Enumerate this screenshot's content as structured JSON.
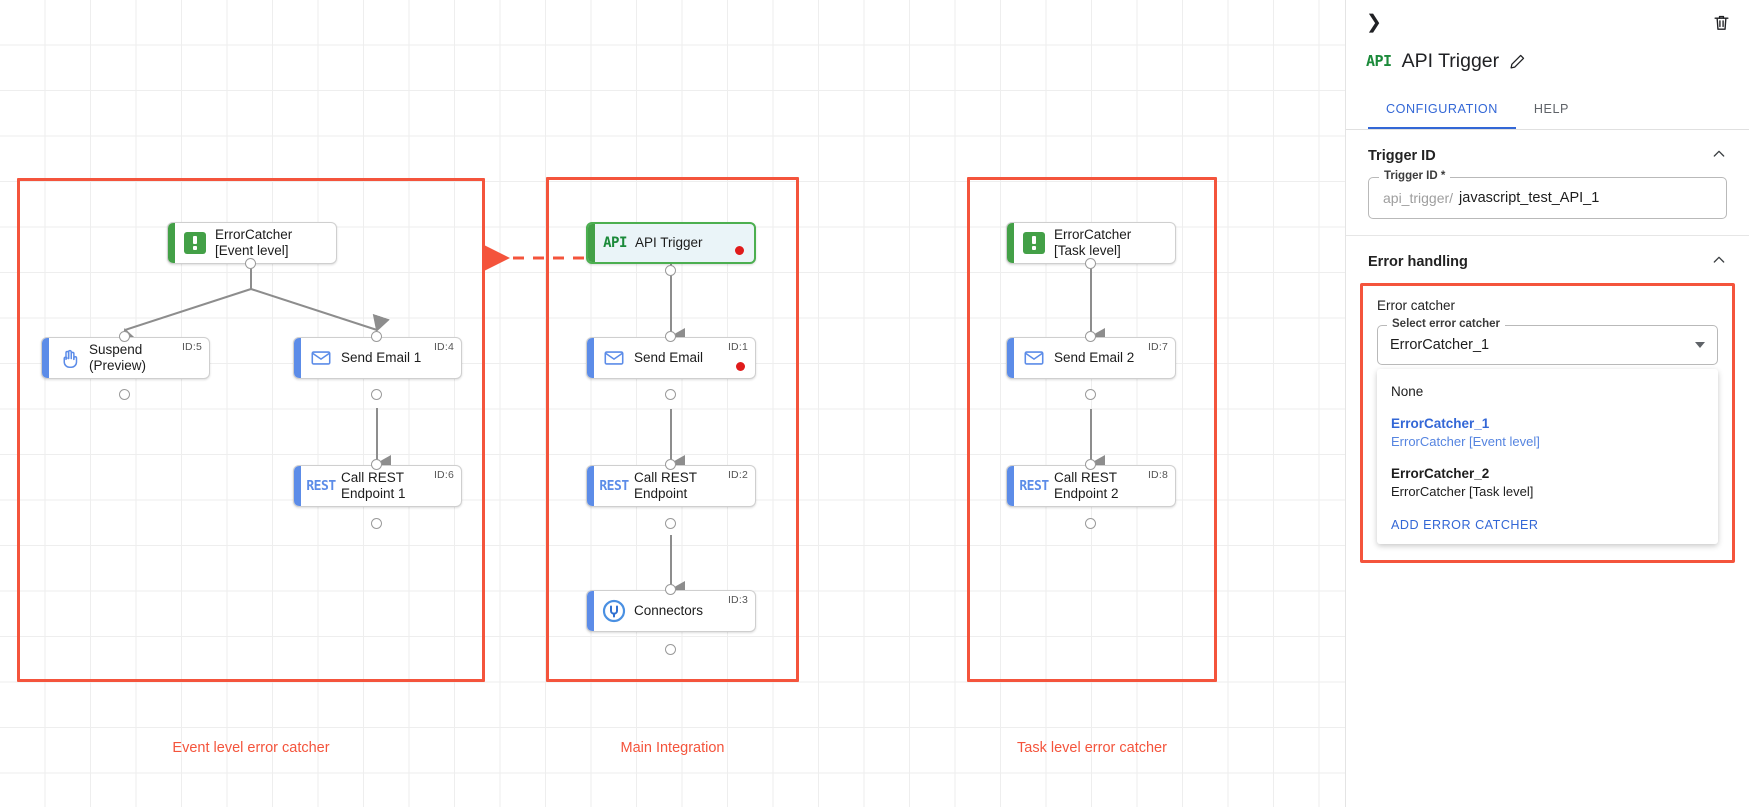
{
  "canvas": {
    "groups": [
      {
        "label": "Event level error catcher"
      },
      {
        "label": "Main Integration"
      },
      {
        "label": "Task level error catcher"
      }
    ],
    "nodes": [
      {
        "id": "ec1",
        "title": "ErrorCatcher\n[Event level]",
        "icon": "error-catcher-icon",
        "idtag": "",
        "accent": "green",
        "selected": false,
        "error": false
      },
      {
        "id": "susp",
        "title": "Suspend\n(Preview)",
        "icon": "hand-icon",
        "idtag": "ID:5",
        "accent": "blue",
        "selected": false,
        "error": false
      },
      {
        "id": "em1",
        "title": "Send Email 1",
        "icon": "envelope-icon",
        "idtag": "ID:4",
        "accent": "blue",
        "selected": false,
        "error": false
      },
      {
        "id": "rest1",
        "title": "Call REST\nEndpoint 1",
        "icon": "rest-icon",
        "idtag": "ID:6",
        "accent": "blue",
        "selected": false,
        "error": false
      },
      {
        "id": "api",
        "title": "API Trigger",
        "icon": "api-icon",
        "idtag": "",
        "accent": "green",
        "selected": true,
        "error": true
      },
      {
        "id": "em0",
        "title": "Send Email",
        "icon": "envelope-icon",
        "idtag": "ID:1",
        "accent": "blue",
        "selected": false,
        "error": true
      },
      {
        "id": "rest0",
        "title": "Call REST\nEndpoint",
        "icon": "rest-icon",
        "idtag": "ID:2",
        "accent": "blue",
        "selected": false,
        "error": false
      },
      {
        "id": "conn",
        "title": "Connectors",
        "icon": "connectors-icon",
        "idtag": "ID:3",
        "accent": "blue",
        "selected": false,
        "error": false
      },
      {
        "id": "ec2",
        "title": "ErrorCatcher\n[Task level]",
        "icon": "error-catcher-icon",
        "idtag": "",
        "accent": "green",
        "selected": false,
        "error": false
      },
      {
        "id": "em2",
        "title": "Send Email 2",
        "icon": "envelope-icon",
        "idtag": "ID:7",
        "accent": "blue",
        "selected": false,
        "error": false
      },
      {
        "id": "rest2",
        "title": "Call REST\nEndpoint 2",
        "icon": "rest-icon",
        "idtag": "ID:8",
        "accent": "blue",
        "selected": false,
        "error": false
      }
    ]
  },
  "panel": {
    "icon": "API",
    "title": "API Trigger",
    "tabs": [
      {
        "label": "CONFIGURATION",
        "active": true
      },
      {
        "label": "HELP",
        "active": false
      }
    ],
    "trigger_id_section": {
      "heading": "Trigger ID",
      "field_legend": "Trigger ID *",
      "prefix": "api_trigger/",
      "value": "javascript_test_API_1"
    },
    "error_handling_section": {
      "heading": "Error handling",
      "error_catcher_label": "Error catcher",
      "select_legend": "Select error catcher",
      "select_value": "ErrorCatcher_1",
      "options": [
        {
          "l1": "None",
          "l2": "",
          "selected": false
        },
        {
          "l1": "ErrorCatcher_1",
          "l2": "ErrorCatcher [Event level]",
          "selected": true
        },
        {
          "l1": "ErrorCatcher_2",
          "l2": "ErrorCatcher [Task level]",
          "selected": false
        }
      ],
      "add_action": "ADD ERROR CATCHER"
    }
  },
  "colors": {
    "group_red": "#f4543c",
    "accent_blue": "#5c8ce8",
    "accent_green": "#43a047",
    "link_blue": "#3367d6",
    "error_dot": "#e01b1b"
  }
}
